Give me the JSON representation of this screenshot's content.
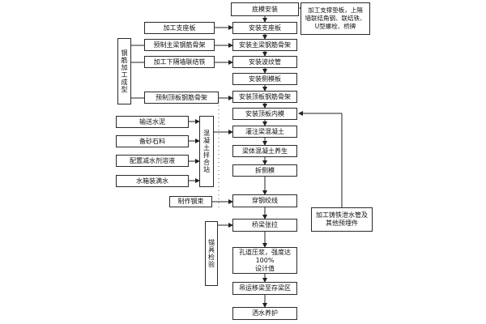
{
  "flow": {
    "main": [
      "底模安装",
      "安装支座板",
      "安装主梁钢筋骨架",
      "安装波纹管",
      "安装侧模板",
      "安装顶板钢筋骨架",
      "安装顶板内模",
      "灌注梁混凝土",
      "梁体混凝土养生",
      "拆侧模",
      "穿钢绞线",
      "桥梁张拉",
      "孔道压浆，强度达100%\n设计值",
      "吊运移梁至存梁区",
      "洒水养护"
    ],
    "left": {
      "support_plate": "加工支座板",
      "main_cage": "预制主梁钢筋骨架",
      "diaphragm": "加工下隔墙联结铁",
      "top_cage": "预制顶板钢筋骨架",
      "cement": "输送水泥",
      "aggregate": "备砂石料",
      "admixture": "配置减水剂溶液",
      "water": "水箱装满水",
      "strand": "制作钢束"
    },
    "vertical": {
      "rebar_shaping": "钢筋加工成型",
      "mixing_station": "混凝土拌合站",
      "anchor_check": "锚具检验"
    },
    "right": {
      "top_box": "加工支撑垫板，上隔\n墙联结角钢、联结铁、\nU型螺栓、桥牌",
      "bottom_box": "加工铸铁泄水管及\n其他预埋件"
    }
  }
}
